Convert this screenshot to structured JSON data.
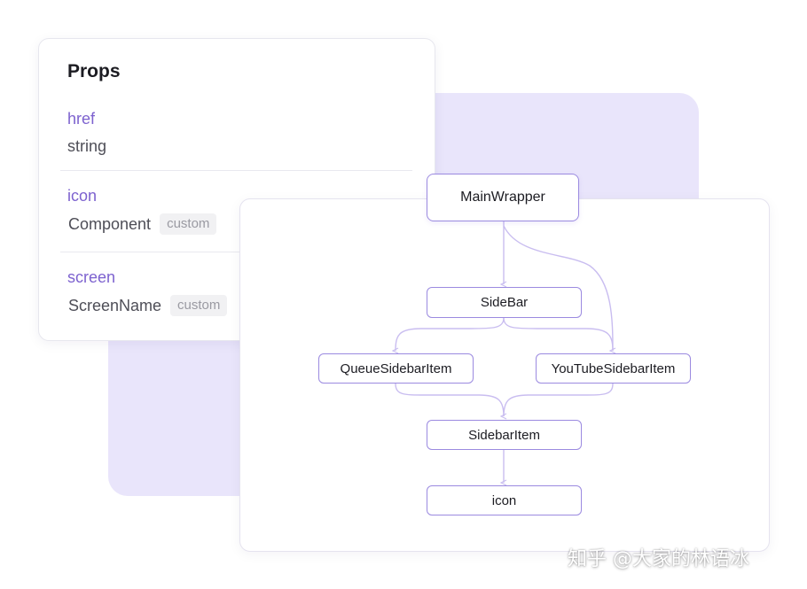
{
  "props": {
    "title": "Props",
    "items": [
      {
        "name": "href",
        "type": "string",
        "badge": ""
      },
      {
        "name": "icon",
        "type": "Component",
        "badge": "custom"
      },
      {
        "name": "screen",
        "type": "ScreenName",
        "badge": "custom"
      }
    ]
  },
  "tree": {
    "nodes": {
      "main_wrapper": "MainWrapper",
      "side_bar": "SideBar",
      "queue_sidebar_item": "QueueSidebarItem",
      "youtube_sidebar_item": "YouTubeSidebarItem",
      "sidebar_item": "SidebarItem",
      "icon": "icon"
    }
  },
  "colors": {
    "backdrop": "#e9e5fb",
    "prop_name": "#7d62cf",
    "node_border": "#9b8ae0",
    "connector": "#c9bdf0"
  },
  "watermark": "知乎 @大家的林语冰"
}
